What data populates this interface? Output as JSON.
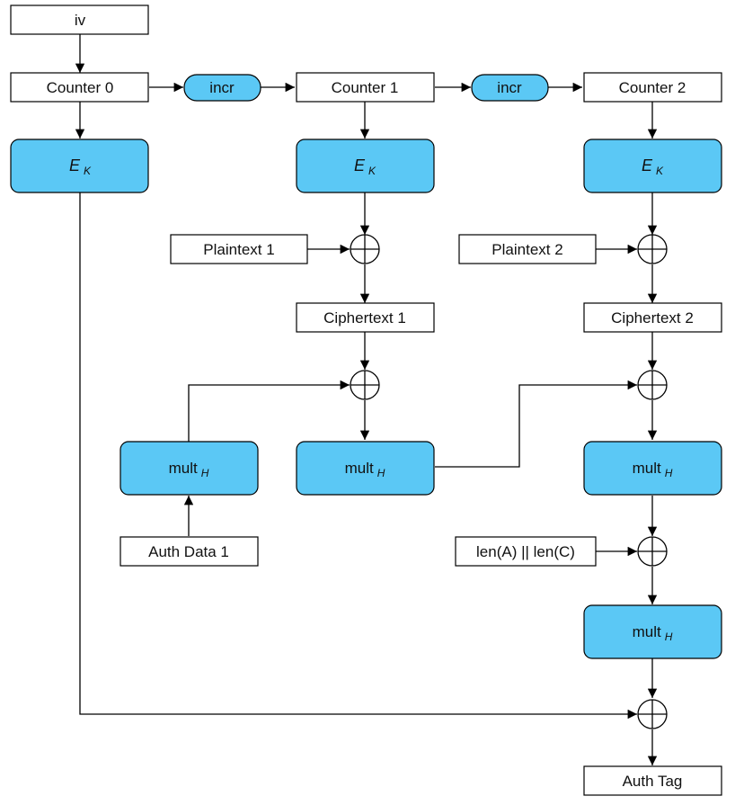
{
  "colors": {
    "block_fill": "#5bc8f5",
    "stroke": "#000000",
    "background": "#ffffff"
  },
  "labels": {
    "iv": "iv",
    "counter0": "Counter 0",
    "counter1": "Counter 1",
    "counter2": "Counter 2",
    "incr": "incr",
    "ek_main": "E",
    "ek_sub": "K",
    "plaintext1": "Plaintext 1",
    "plaintext2": "Plaintext 2",
    "ciphertext1": "Ciphertext 1",
    "ciphertext2": "Ciphertext 2",
    "mult_main": "mult",
    "mult_sub": "H",
    "auth_data1": "Auth Data 1",
    "len_ac": "len(A) || len(C)",
    "auth_tag": "Auth Tag"
  }
}
